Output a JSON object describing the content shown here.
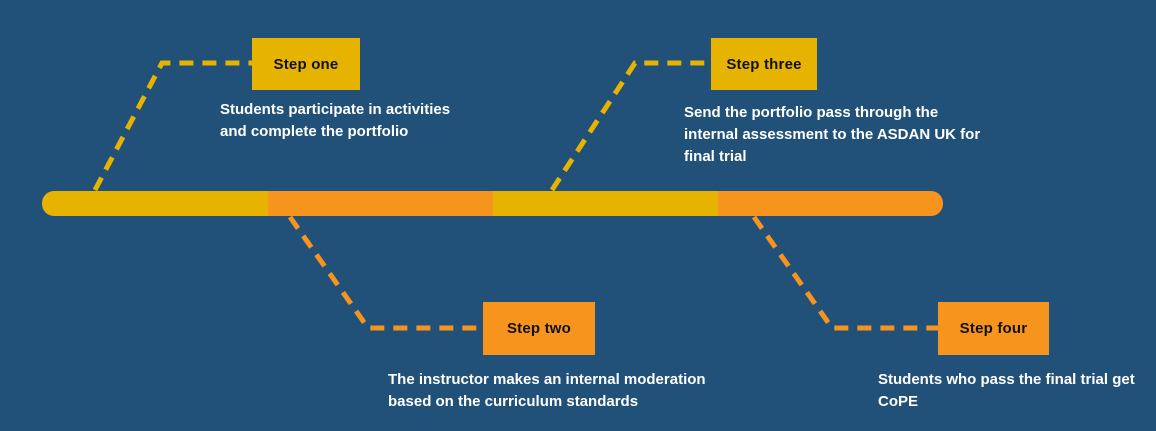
{
  "colors": {
    "background": "#215078",
    "yellow": "#E6B400",
    "orange": "#F7941E",
    "label_text": "#111111",
    "description_text": "#FFFFFF"
  },
  "timeline": {
    "segment_colors": [
      "#E6B400",
      "#F7941E",
      "#E6B400",
      "#F7941E"
    ]
  },
  "steps": [
    {
      "label": "Step one",
      "description": "Students participate in activities and complete the portfolio",
      "lines": [
        "Students participate in activities",
        "and complete the portfolio"
      ]
    },
    {
      "label": "Step two",
      "description": "The instructor makes an internal moderation based on the curriculum standards",
      "lines": [
        "The instructor makes an internal moderation",
        "based on the curriculum standards"
      ]
    },
    {
      "label": "Step three",
      "description": "Send the portfolio pass through the internal assessment to the ASDAN UK for final trial",
      "lines": [
        "Send the portfolio pass through the",
        "internal assessment to the ASDAN UK for",
        "final trial"
      ]
    },
    {
      "label": "Step four",
      "description": "Students who pass the final trial get CoPE",
      "lines": [
        "Students who pass the final trial get",
        "CoPE"
      ]
    }
  ]
}
